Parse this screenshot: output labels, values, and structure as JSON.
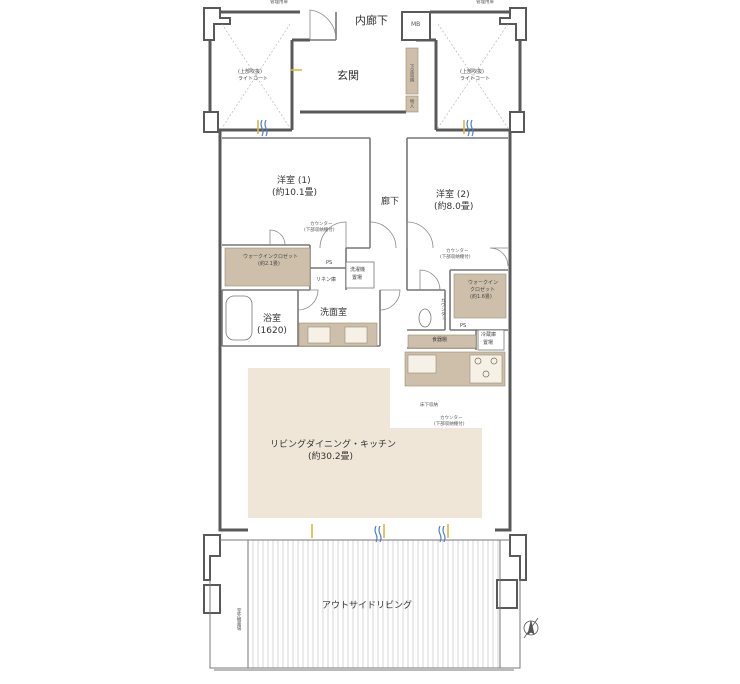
{
  "colors": {
    "wall": "#595959",
    "line": "#777777",
    "fixture": "#cdbfa9",
    "fixture_dark": "#b8a689",
    "ldk_floor": "#efe6d8",
    "terrace_line": "#999999"
  },
  "rooms": {
    "inner_corridor": "内廊下",
    "mb": "MB",
    "entrance": "玄関",
    "western1_name": "洋室 (1)",
    "western1_area": "(約10.1畳)",
    "western2_name": "洋室 (2)",
    "western2_area": "(約8.0畳)",
    "hallway": "廊下",
    "bathroom_name": "浴室",
    "bathroom_size": "(1620)",
    "washroom": "洗面室",
    "ldk_name": "リビングダイニング・キッチン",
    "ldk_area": "(約30.2畳)",
    "outside_living": "アウトサイドリビング"
  },
  "small_labels": {
    "lightcourt_left_1": "(上部吹抜)",
    "lightcourt_left_2": "ライトコート",
    "lightcourt_right_1": "(上部吹抜)",
    "lightcourt_right_2": "ライトコート",
    "shoe_storage": "下足収納",
    "storage_in": "物入",
    "wic1_line1": "ウォークインクロゼット",
    "wic1_line2": "(約2.1畳)",
    "wic2_line1": "ウォークイン",
    "wic2_line2": "クロゼット",
    "wic2_line3": "(約1.6畳)",
    "ps_left": "PS",
    "ps_right": "PS",
    "linen": "リネン庫",
    "washer_line1": "洗濯機",
    "washer_line2": "置場",
    "fridge_line1": "冷蔵庫",
    "fridge_line2": "置場",
    "dish_shelf": "食器棚",
    "floor_storage": "床下収納",
    "counter1": "カウンター",
    "counter1b": "(下部収納棚付)",
    "counter2": "カウンター",
    "counter2b": "(下部収納棚付)",
    "counter3": "カウンター",
    "counter3b": "(下部収納棚付)",
    "counter_side": "カウンター",
    "aircon_unit": "室外機置場",
    "pipe_space_left": "管理用扉",
    "pipe_space_right": "管理用扉"
  },
  "icons": [
    "compass-icon",
    "airflow-icon",
    "window-vent-icon"
  ]
}
